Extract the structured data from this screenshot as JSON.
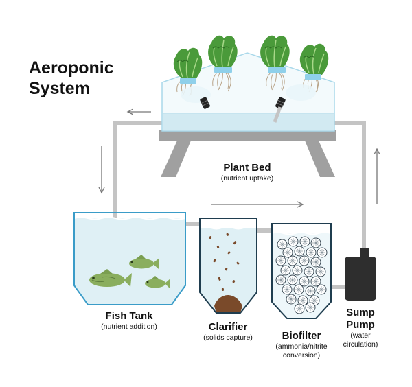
{
  "title": {
    "line1": "Aeroponic",
    "line2": "System"
  },
  "components": {
    "plant_bed": {
      "name": "Plant Bed",
      "desc": "(nutrient uptake)"
    },
    "fish_tank": {
      "name": "Fish Tank",
      "desc": "(nutrient addition)"
    },
    "clarifier": {
      "name": "Clarifier",
      "desc": "(solids capture)"
    },
    "biofilter": {
      "name": "Biofilter",
      "desc1": "(ammonia/nitrite",
      "desc2": "conversion)"
    },
    "sump_pump": {
      "name1": "Sump",
      "name2": "Pump",
      "desc1": "(water",
      "desc2": "circulation)"
    }
  },
  "colors": {
    "pipe": "#c4c4c4",
    "water": "#dff0f5",
    "tank_outline": "#3a9cc8",
    "dark_outline": "#1f3d4f",
    "plant": "#4a9a3a",
    "fish": "#8aae5e",
    "pump": "#2e2e2e",
    "stand": "#a0a0a0",
    "sediment": "#7a4a2a",
    "arrow": "#777777"
  },
  "icons": [
    "lettuce-icon",
    "fish-icon",
    "sprayer-icon",
    "biofilter-media-icon",
    "pump-icon",
    "flow-arrow-icon"
  ]
}
